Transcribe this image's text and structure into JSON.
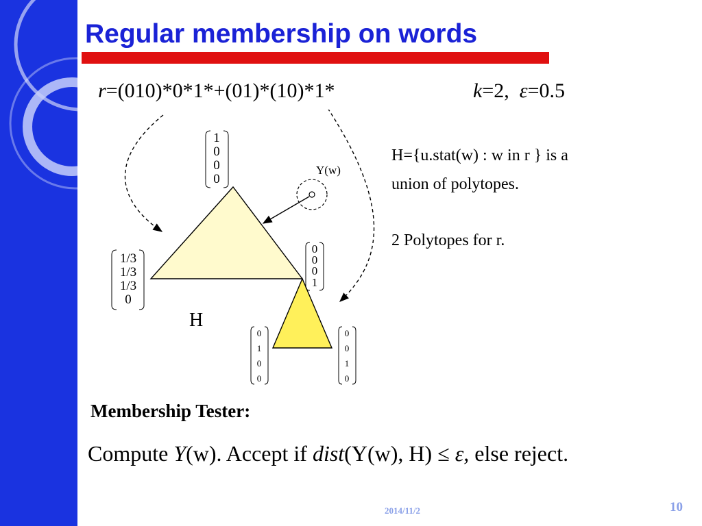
{
  "title": "Regular membership on words",
  "regex": {
    "lhs": "r",
    "rhs": "=(010)*0*1*+(01)*(10)*1*"
  },
  "params": {
    "k_sym": "k",
    "k_rest": "=2,",
    "eps_sym": "ε",
    "eps_rest": "=0.5"
  },
  "description": {
    "line1": "H={u.stat(w) : w  in  r } is a",
    "line2": "union of polytopes.",
    "line3": "2 Polytopes for r."
  },
  "diagram": {
    "point_label": "Y(w)",
    "polytope_label": "H",
    "vectors": {
      "top": [
        "1",
        "0",
        "0",
        "0"
      ],
      "left": [
        "1/3",
        "1/3",
        "1/3",
        "0"
      ],
      "right": [
        "0",
        "0",
        "0",
        "1"
      ],
      "bottom_left": [
        "0",
        "1",
        "0",
        "0"
      ],
      "bottom_right": [
        "0",
        "0",
        "1",
        "0"
      ]
    },
    "colors": {
      "large_triangle": "#fffacd",
      "small_triangle": "#fff05a"
    }
  },
  "tester": {
    "label": "Membership Tester:",
    "compute_word": "Compute",
    "Y": "Y",
    "w_paren": "(w).",
    "accept": "Accept if",
    "dist": "dist",
    "args": "(Y(w), H) ≤",
    "eps": "ε,",
    "reject": "else reject."
  },
  "footer": {
    "date": "2014/11/2",
    "page": "10"
  },
  "colors": {
    "sidebar": "#1a33e0",
    "title": "#1a22d6",
    "title_bar": "#e01010"
  }
}
